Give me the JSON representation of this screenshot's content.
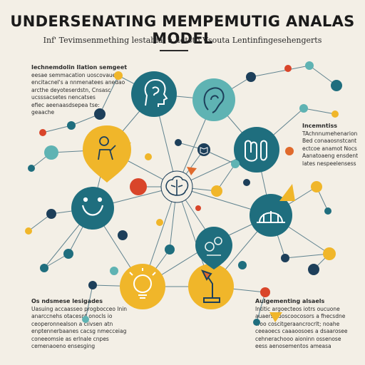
{
  "title": "UNDERSENATING MEMPEMUTIG ANALAS MODEL",
  "subtitle": "Inf' Tevimsenmething lestabia; a hotsto Vsouta Lentinfingesehengerts",
  "blocks": {
    "left_top": {
      "head": "Iechnemdolin Ilation semgeet",
      "lines": [
        "eesae semmacation uoscovauee",
        "encitacnel's a nnmenatees anedao",
        "arcthe deyoteserdstn,  Cnsasc",
        "ucsssacsetes nencatses",
        "efiec aeenaasdsepea tse:"
      ],
      "tail": "geaache"
    },
    "right_mid": {
      "head": "Incemntiss",
      "lines": [
        "TAchnnumehenarion",
        "Bed conaaosnstcant",
        "ectcoe anamot Nocs",
        "Aanatoaeng ensdent",
        "lates nespeelensess"
      ]
    },
    "left_bottom": {
      "head": "Os ndsmese lesigades",
      "lines": [
        "Uasuing accaasseo progbocceo lnin",
        "anarccnehs otacesnt onocls io",
        "ceoperonnealson a ciivsen atn",
        "enptennerbaanes cacsg nmecceiag",
        "coneeomsie as erlnale cnpes",
        "cemenaoeno ensesging"
      ]
    },
    "right_bottom": {
      "head": "Aulgementing alsaels",
      "lines": [
        "Intitic argoecteos iotrs oucuone",
        "auaers cuoscoocosors a fhecsdne",
        "Troo coscitgeraancrocrlt; noahe",
        "ceeaoecs caaaoosoes a dsaarosee",
        "cehnerachooo aioninn ossenose",
        "eess aenosementos ameasa"
      ]
    }
  },
  "colors": {
    "background": "#f3efe6",
    "teal": "#1f6e7e",
    "light_teal": "#5fb3b3",
    "navy": "#1d3f5a",
    "yellow": "#f0b62a",
    "orange": "#e06a2c",
    "red": "#d9452a",
    "line": "#2f5f72"
  },
  "icons": [
    "head-profile-icon",
    "ear-icon",
    "hands-icon",
    "face-smile-icon",
    "bridge-icon",
    "brain-icon",
    "gears-icon",
    "person-thinking-icon",
    "lightbulb-icon",
    "lamp-icon",
    "book-icon"
  ]
}
